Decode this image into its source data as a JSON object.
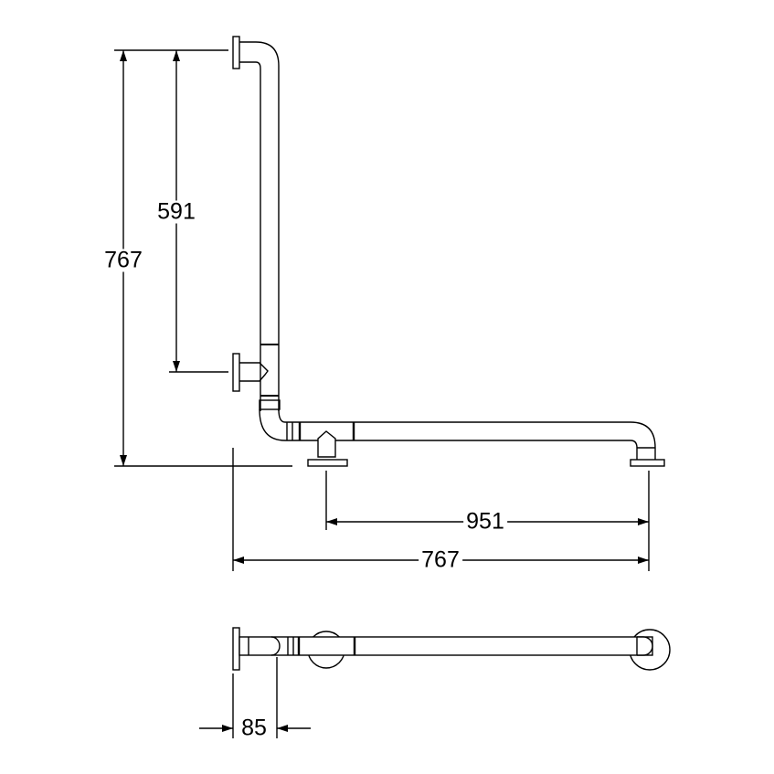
{
  "dimensions": {
    "total_height": "767",
    "flange_spacing_vertical": "591",
    "horizontal_flange_spacing": "951",
    "total_width": "767",
    "wall_projection": "85"
  }
}
